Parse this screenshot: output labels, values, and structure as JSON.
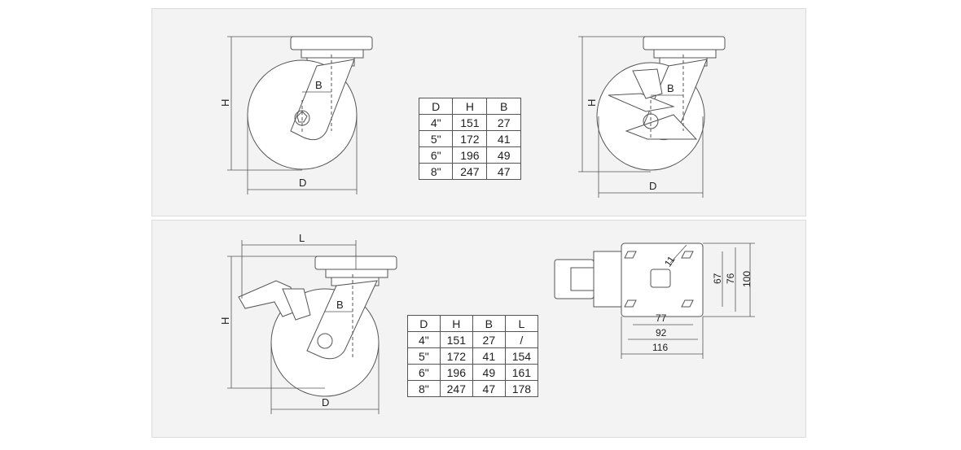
{
  "top_figure": {
    "left_labels": {
      "height": "H",
      "offset": "B",
      "diameter": "D"
    },
    "right_labels": {
      "height": "H",
      "offset": "B",
      "diameter": "D"
    },
    "table": {
      "headers": [
        "D",
        "H",
        "B"
      ],
      "rows": [
        [
          "4\"",
          "151",
          "27"
        ],
        [
          "5\"",
          "172",
          "41"
        ],
        [
          "6\"",
          "196",
          "49"
        ],
        [
          "8\"",
          "247",
          "47"
        ]
      ]
    }
  },
  "bottom_figure": {
    "side_labels": {
      "length": "L",
      "height": "H",
      "offset": "B",
      "diameter": "D"
    },
    "top_view_dims": {
      "hole": "11",
      "d67": "67",
      "d76": "76",
      "d100": "100",
      "d77": "77",
      "d92": "92",
      "d116": "116"
    },
    "table": {
      "headers": [
        "D",
        "H",
        "B",
        "L"
      ],
      "rows": [
        [
          "4\"",
          "151",
          "27",
          "/"
        ],
        [
          "5\"",
          "172",
          "41",
          "154"
        ],
        [
          "6\"",
          "196",
          "49",
          "161"
        ],
        [
          "8\"",
          "247",
          "47",
          "178"
        ]
      ]
    }
  }
}
